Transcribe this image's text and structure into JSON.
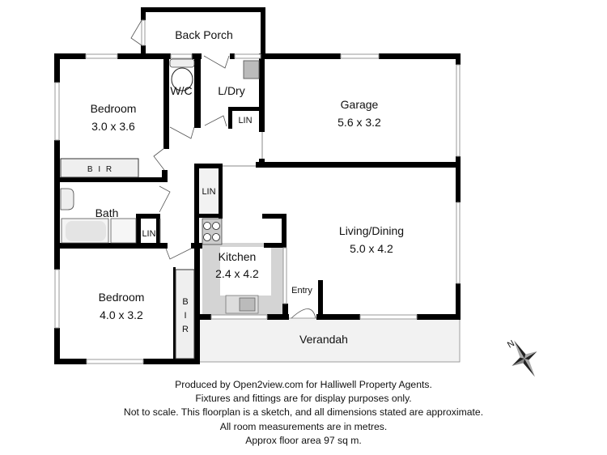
{
  "floorplan": {
    "rooms": [
      {
        "id": "back-porch",
        "name": "Back Porch",
        "dims": ""
      },
      {
        "id": "bedroom-1",
        "name": "Bedroom",
        "dims": "3.0 x 3.6"
      },
      {
        "id": "wc",
        "name": "W/C",
        "dims": ""
      },
      {
        "id": "laundry",
        "name": "L/Dry",
        "dims": ""
      },
      {
        "id": "garage",
        "name": "Garage",
        "dims": "5.6 x 3.2"
      },
      {
        "id": "bath",
        "name": "Bath",
        "dims": ""
      },
      {
        "id": "living-dining",
        "name": "Living/Dining",
        "dims": "5.0 x 4.2"
      },
      {
        "id": "kitchen",
        "name": "Kitchen",
        "dims": "2.4 x 4.2"
      },
      {
        "id": "bedroom-2",
        "name": "Bedroom",
        "dims": "4.0 x 3.2"
      },
      {
        "id": "verandah",
        "name": "Verandah",
        "dims": ""
      },
      {
        "id": "entry",
        "name": "Entry",
        "dims": ""
      }
    ],
    "storage": {
      "bir_1": "B I R",
      "bir_2": [
        "B",
        "I",
        "R"
      ],
      "lin_laundry": "LIN",
      "lin_hall": "LIN",
      "lin_bath": "LIN"
    },
    "compass": {
      "label": "N",
      "icon": "compass-rose-icon"
    },
    "colors": {
      "walls": "#000000",
      "kitchen_floor": "#d4d4d4",
      "verandah_floor": "#f2f2f2",
      "fixtures": "#e6e6e6"
    }
  },
  "footer": {
    "lines": [
      "Produced by Open2view.com for Halliwell Property Agents.",
      "Fixtures and fittings are for display purposes only.",
      "Not to scale. This floorplan is a sketch, and all dimensions stated are approximate.",
      "All room measurements are in metres.",
      "Approx floor area 97 sq m."
    ]
  }
}
